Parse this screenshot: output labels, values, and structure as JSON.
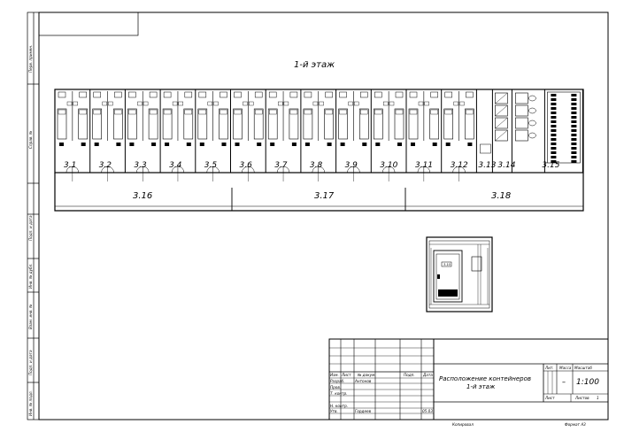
{
  "drawing": {
    "floor_title": "1-й этаж",
    "rooms": [
      "3.1",
      "3.2",
      "3.3",
      "3.4",
      "3.5",
      "3.6",
      "3.7",
      "3.8",
      "3.9",
      "3.10",
      "3.11",
      "3.12",
      "3.13",
      "3.14",
      "3.15"
    ],
    "corridors": [
      "3.16",
      "3.17",
      "3.18"
    ],
    "detail_tag": "3.10"
  },
  "side_stamp": [
    "Перв. примен.",
    "Справ. №",
    "Подп. и дата",
    "Инв. № дубл.",
    "Взам. инв. №",
    "Подп. и дата",
    "Инв. № подл."
  ],
  "title_block": {
    "headers": [
      "Изм.",
      "Лист",
      "№ докум.",
      "Подп.",
      "Дата"
    ],
    "roles": [
      {
        "role": "Разраб.",
        "name": "Антонов",
        "date": ""
      },
      {
        "role": "Пров.",
        "name": "",
        "date": ""
      },
      {
        "role": "Т. контр.",
        "name": "",
        "date": ""
      },
      {
        "role": "",
        "name": "",
        "date": ""
      },
      {
        "role": "Н. контр.",
        "name": "",
        "date": ""
      },
      {
        "role": "Утв.",
        "name": "Гордеев",
        "date": "05.03"
      }
    ],
    "title_line1": "Расположение контейнеров",
    "title_line2": "1-й этаж",
    "lit_label": "Лит.",
    "mass_label": "Масса",
    "scale_label": "Масштаб",
    "mass_value": "–",
    "scale_value": "1:100",
    "sheet_label": "Лист",
    "sheets_label": "Листов",
    "sheets_value": "1",
    "copied": "Копировал",
    "format": "Формат А3"
  }
}
